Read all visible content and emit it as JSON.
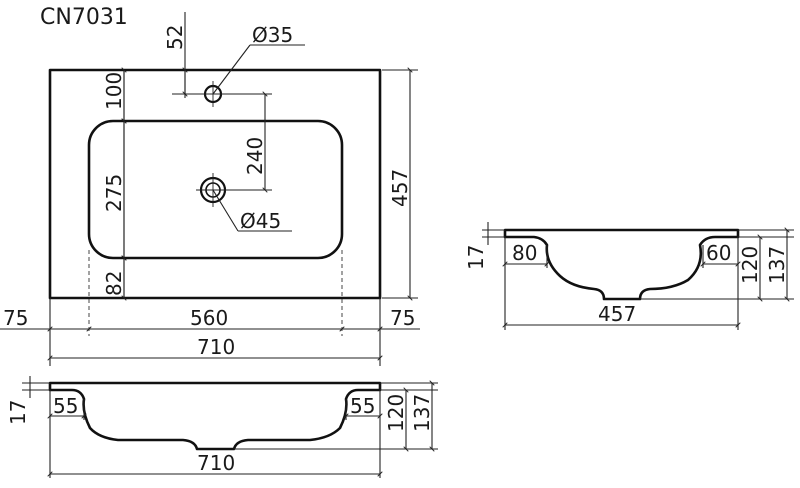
{
  "title": "CN7031",
  "top_view": {
    "d_tap_hole": "Ø35",
    "d_drain_hole": "Ø45",
    "tap_offset": "52",
    "rear_to_bowl": "100",
    "tap_to_drain": "240",
    "bowl_depth": "275",
    "bowl_to_front": "82",
    "total_depth": "457",
    "side_left": "75",
    "bowl_width": "560",
    "side_right": "75",
    "total_width": "710"
  },
  "side_view": {
    "rim": "17",
    "wall_left": "80",
    "wall_right": "60",
    "inner_height": "120",
    "total_height": "137",
    "total_depth": "457"
  },
  "front_view": {
    "rim": "17",
    "wall_left": "55",
    "wall_right": "55",
    "inner_height": "120",
    "total_height": "137",
    "total_width": "710"
  }
}
